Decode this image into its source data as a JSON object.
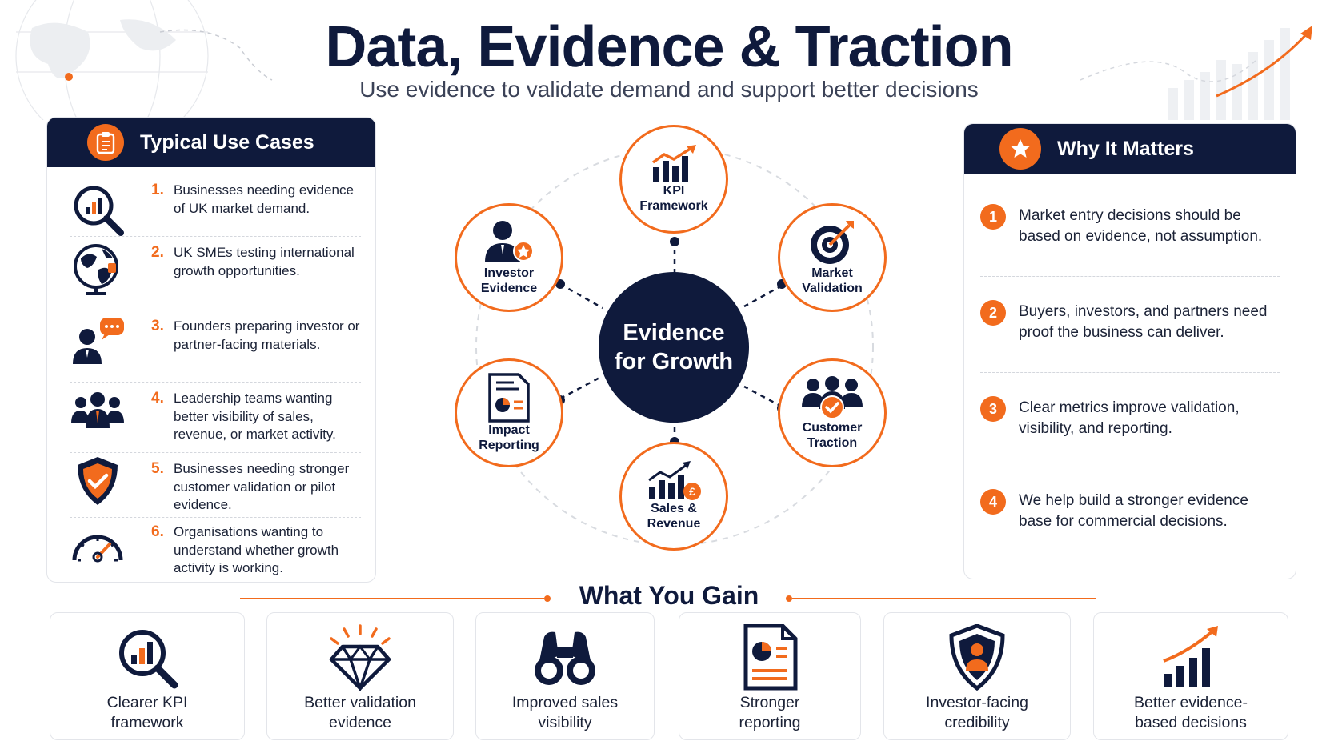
{
  "header": {
    "title": "Data, Evidence & Traction",
    "subtitle": "Use evidence to validate demand and support better decisions"
  },
  "use_cases": {
    "title": "Typical Use Cases",
    "items": [
      {
        "num": "1.",
        "text": "Businesses needing evidence of UK market demand.",
        "icon": "magnifier-chart-icon"
      },
      {
        "num": "2.",
        "text": "UK SMEs testing international growth opportunities.",
        "icon": "globe-icon"
      },
      {
        "num": "3.",
        "text": "Founders preparing investor or partner-facing materials.",
        "icon": "person-chat-icon"
      },
      {
        "num": "4.",
        "text": "Leadership teams wanting better visibility of sales, revenue, or market activity.",
        "icon": "team-icon"
      },
      {
        "num": "5.",
        "text": "Businesses needing stronger customer validation or pilot evidence.",
        "icon": "shield-check-icon"
      },
      {
        "num": "6.",
        "text": "Organisations wanting to understand whether growth activity is working.",
        "icon": "gauge-icon"
      }
    ]
  },
  "hub": {
    "center": "Evidence\nfor Growth",
    "nodes": [
      {
        "label": "KPI\nFramework",
        "icon": "bar-chart-arrow-icon"
      },
      {
        "label": "Market\nValidation",
        "icon": "target-icon"
      },
      {
        "label": "Customer\nTraction",
        "icon": "team-check-icon"
      },
      {
        "label": "Sales &\nRevenue",
        "icon": "chart-pound-icon"
      },
      {
        "label": "Impact\nReporting",
        "icon": "report-icon"
      },
      {
        "label": "Investor\nEvidence",
        "icon": "investor-icon"
      }
    ]
  },
  "why": {
    "title": "Why It Matters",
    "items": [
      {
        "num": "1",
        "text": "Market entry decisions should be based on evidence, not assumption."
      },
      {
        "num": "2",
        "text": "Buyers, investors, and partners need proof the business can deliver."
      },
      {
        "num": "3",
        "text": "Clear metrics improve validation, visibility, and reporting."
      },
      {
        "num": "4",
        "text": "We help build a stronger evidence base for commercial decisions."
      }
    ]
  },
  "gain": {
    "title": "What You Gain",
    "items": [
      {
        "label": "Clearer KPI\nframework",
        "icon": "magnifier-chart-icon"
      },
      {
        "label": "Better validation\nevidence",
        "icon": "diamond-icon"
      },
      {
        "label": "Improved sales\nvisibility",
        "icon": "binoculars-icon"
      },
      {
        "label": "Stronger\nreporting",
        "icon": "report-icon"
      },
      {
        "label": "Investor-facing\ncredibility",
        "icon": "shield-person-icon"
      },
      {
        "label": "Better evidence-\nbased decisions",
        "icon": "growth-chart-icon"
      }
    ]
  },
  "colors": {
    "navy": "#0f1a3c",
    "orange": "#f26b1d",
    "border": "#e3e5ea"
  }
}
